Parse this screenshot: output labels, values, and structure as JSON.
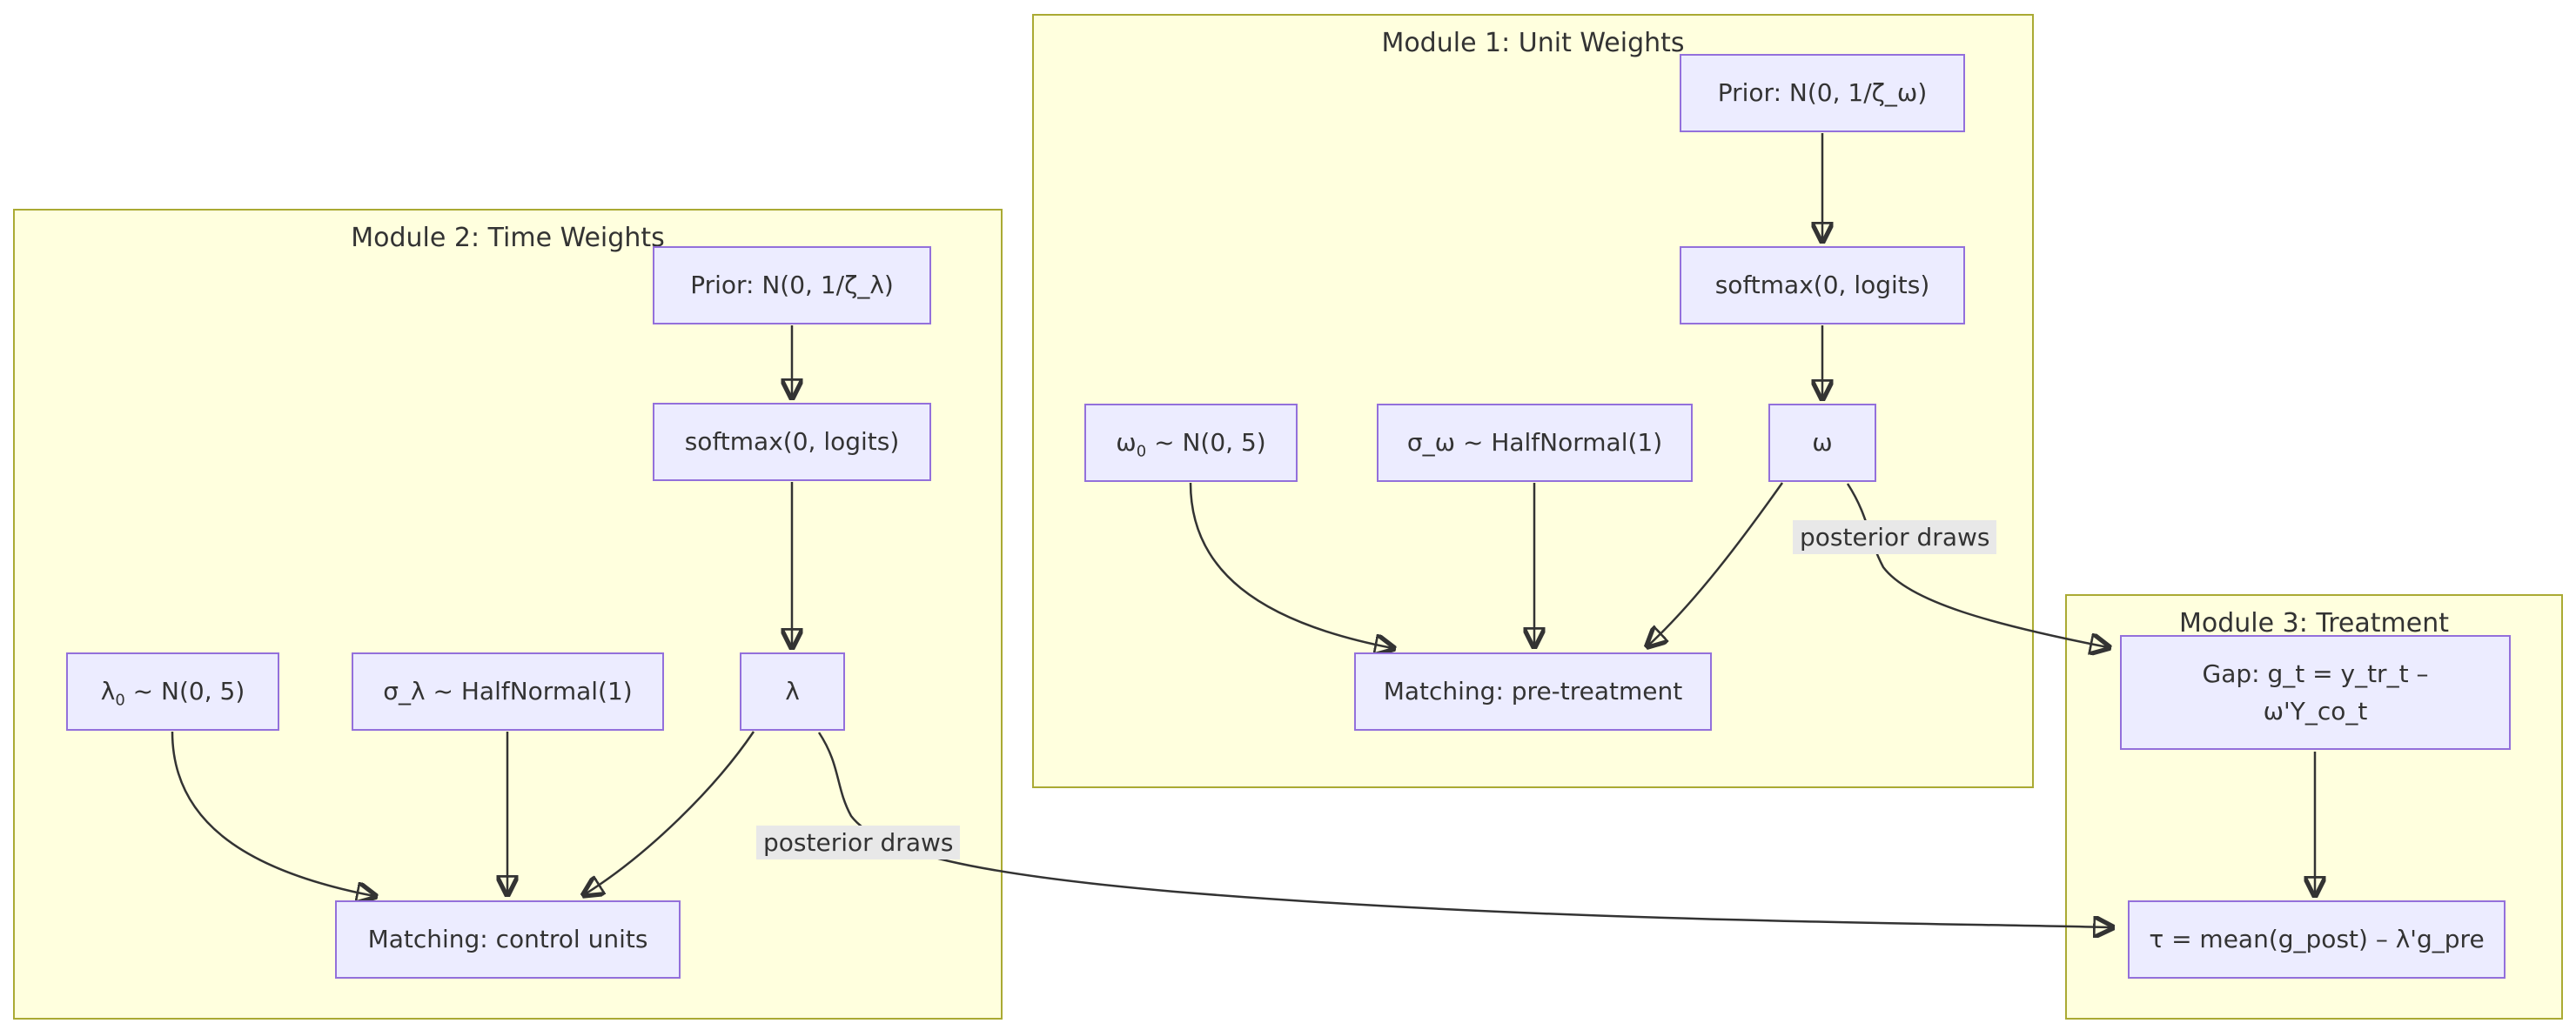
{
  "diagram": {
    "modules": [
      {
        "id": "module-1",
        "title": "Module 1: Unit Weights"
      },
      {
        "id": "module-2",
        "title": "Module 2: Time Weights"
      },
      {
        "id": "module-3",
        "title": "Module 3: Treatment"
      }
    ],
    "nodes": {
      "prior_omega": "Prior: N(0, 1/ζ_ω)",
      "softmax_omega": "softmax(0, logits)",
      "omega0": {
        "base": "ω",
        "sub": "0",
        "rest": " ~ N(0, 5)"
      },
      "sigma_omega": "σ_ω ~ HalfNormal(1)",
      "omega": "ω",
      "matching_pretreatment": "Matching: pre-treatment",
      "prior_lambda": "Prior: N(0, 1/ζ_λ)",
      "softmax_lambda": "softmax(0, logits)",
      "lambda0": {
        "base": "λ",
        "sub": "0",
        "rest": " ~ N(0, 5)"
      },
      "sigma_lambda": "σ_λ ~ HalfNormal(1)",
      "lambda": "λ",
      "matching_control": "Matching: control units",
      "gap": {
        "line1": "Gap: g_t = y_tr_t –",
        "line2": "ω'Y_co_t"
      },
      "tau": "τ = mean(g_post) – λ'g_pre"
    },
    "edge_labels": {
      "omega_posterior": "posterior draws",
      "lambda_posterior": "posterior draws"
    },
    "colors": {
      "node_fill": "#ECECFF",
      "node_border": "#9370DB",
      "module_fill": "#FFFFDE",
      "module_border": "#AAAA33",
      "edge": "#333333",
      "label_bg": "#E8E8E8",
      "text": "#333333"
    }
  }
}
